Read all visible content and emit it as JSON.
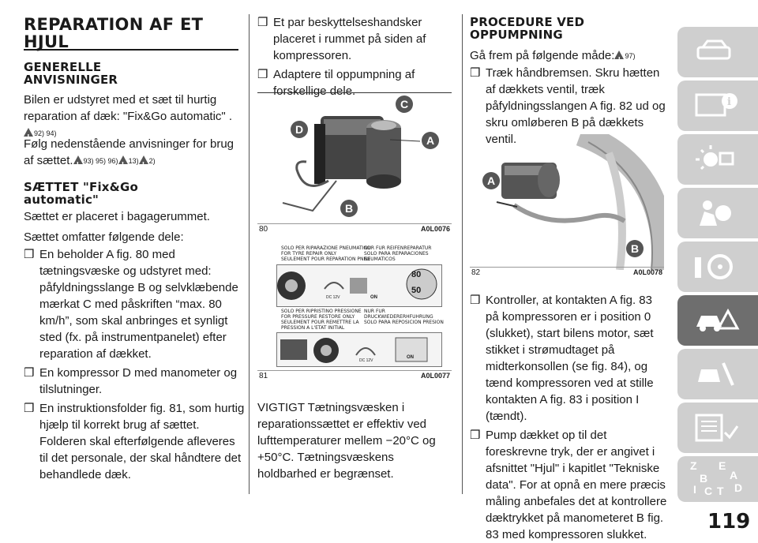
{
  "col1": {
    "title": "REPARATION AF ET HJUL",
    "sub1": "GENERELLE ANVISNINGER",
    "p1": "Bilen er udstyret med et sæt til hurtig reparation af dæk: \"Fix&Go automatic\" .",
    "p1_refs": "92) 94)",
    "p2": "Følg nedenstående anvisninger for brug af sættet.",
    "p2_refs": [
      "93) 95) 96)",
      "13)",
      "2)"
    ],
    "sub2": "SÆTTET \"Fix&Go automatic\"",
    "p3": "Sættet er placeret i bagagerummet.",
    "p4": "Sættet omfatter følgende dele:",
    "bullets": [
      "En beholder A fig. 80 med tætningsvæske og udstyret med: påfyldningsslange B og selvklæbende mærkat C med påskriften “max. 80 km/h”, som skal anbringes et synligt sted (fx. på instrumentpanelet) efter reparation af dækket.",
      "En kompressor D med manometer og tilslutninger.",
      "En instruktionsfolder fig. 81, som hurtig hjælp til korrekt brug af sættet. Folderen skal efterfølgende afleveres til det personale, der skal håndtere det behandlede dæk."
    ]
  },
  "col2": {
    "bullets": [
      "Et par beskyttelseshandsker placeret i rummet på siden af kompressoren.",
      "Adaptere til oppumpning af forskellige dele."
    ],
    "fig80": {
      "no": "80",
      "code": "A0L0076",
      "labels": [
        "C",
        "D",
        "A",
        "B"
      ]
    },
    "fig81": {
      "no": "81",
      "code": "A0L0077",
      "left_lines": [
        "SOLO PER RIPARAZIONE PNEUMATICO",
        "FOR TYRE REPAIR ONLY",
        "SEULEMENT POUR REPARATION PNEU"
      ],
      "right_lines": [
        "NUR FUR REIFENREPARATUR",
        "SOLO PARA REPARACIONES NEUMATICOS"
      ],
      "left_lines2": [
        "SOLO PER RIPRISTINO PRESSIONE",
        "FOR PRESSURE RESTORE ONLY",
        "SEULEMENT POUR REMETTRE LA",
        "PRESSION A L'ETAT INITIAL"
      ],
      "right_lines2": [
        "NUR FUR DRUCKWIEDERERHFUHRUNG",
        "SOLO PARA REPOSICION PRESION"
      ],
      "speed": "80",
      "speed2": "50",
      "on": "ON",
      "dc": "DC 12V"
    },
    "p_vigtigt": "VIGTIGT Tætningsvæsken i reparationssættet er effektiv ved lufttemperaturer mellem −20°C og +50°C. Tætningsvæskens holdbarhed er begrænset."
  },
  "col3": {
    "title": "PROCEDURE VED OPPUMPNING",
    "p1": "Gå frem på følgende måde:",
    "p1_ref": "97)",
    "bullet1": "Træk håndbremsen. Skru hætten af dækkets ventil, træk påfyldningsslangen A fig. 82 ud og skru omløberen B på dækkets ventil.",
    "fig82": {
      "no": "82",
      "code": "A0L0078",
      "labels": [
        "A",
        "B"
      ]
    },
    "bullets": [
      "Kontroller, at kontakten A fig. 83 på kompressoren er i position 0 (slukket), start bilens motor, sæt stikket i strømudtaget på midterkonsollen (se fig. 84), og tænd kompressoren ved at stille kontakten A fig. 83 i position I (tændt).",
      "Pump dækket op til det foreskrevne tryk, der er angivet i afsnittet \"Hjul\" i kapitlet \"Tekniske data\". For at opnå en mere præcis måling anbefales det at kontrollere dæktrykket på manometeret B fig. 83 med kompressoren slukket."
    ]
  },
  "sidebar": {
    "tabs": [
      "car-info-icon",
      "info-icon",
      "lights-icon",
      "airbag-person-icon",
      "steering-wheel-icon",
      "emergency-icon",
      "maintenance-icon",
      "data-list-icon",
      "alphabet-index-icon"
    ],
    "active_index": 5,
    "index_letters": [
      "Z",
      "E",
      "A",
      "B",
      "I",
      "C",
      "T",
      "D"
    ]
  },
  "page_number": "119"
}
